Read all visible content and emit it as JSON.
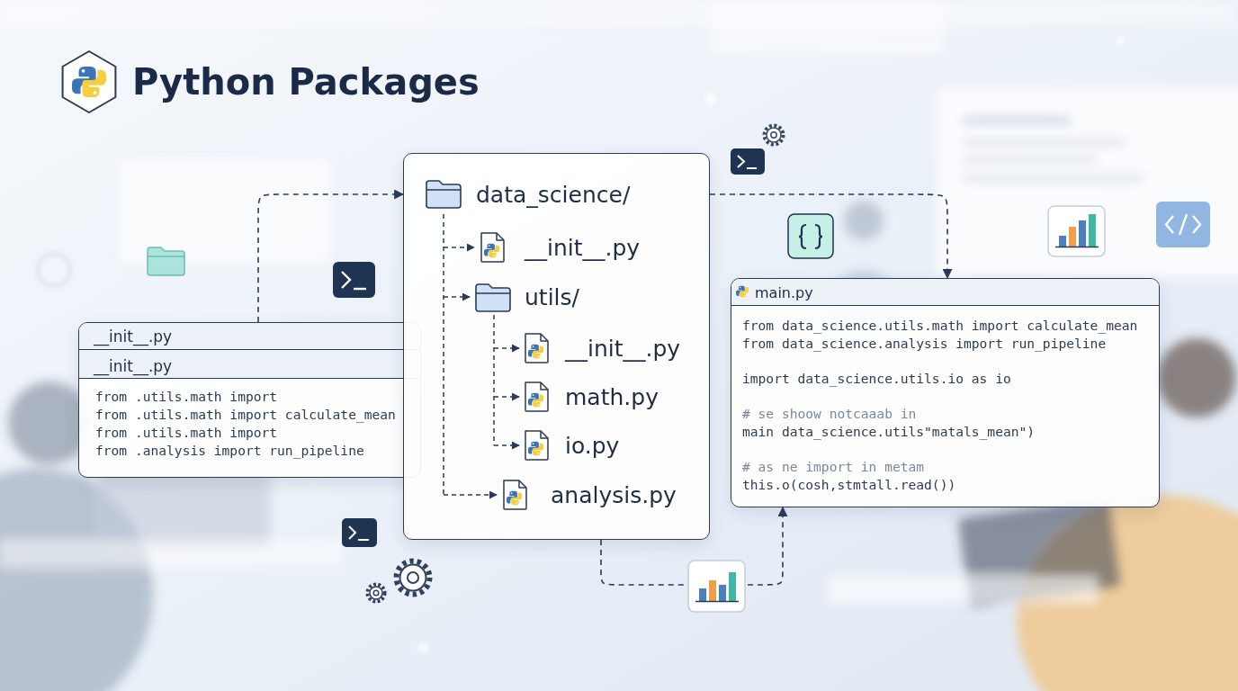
{
  "diagram": {
    "title": "Python Packages",
    "nodes": [
      {
        "text": [
          "__init__.py",
          "__init__.py",
          "from .utils.math import",
          "from .utils.math import calculate_mean",
          "from .utils.math import",
          "from .analysis import run_pipeline"
        ]
      },
      {
        "text": [
          "data_science/",
          "__init__.py",
          "utils/",
          "__init__.py",
          "math.py",
          "io.py",
          "analysis.py"
        ]
      },
      {
        "text": [
          "main.py",
          "from data_science.utils.math import calculate_mean",
          "from data_science.analysis import run_pipeline",
          "import data_science.utils.io as io",
          "# se shoow notcaaab in",
          "main data_science.utils\"matals_mean\")",
          "# as ne import in metam",
          "this.o(cosh,stmtall.read())"
        ]
      }
    ],
    "edges": [
      {
        "from": 0,
        "to": 1,
        "arrow": "to"
      },
      {
        "from": 1,
        "to": 2,
        "arrow": "to"
      },
      {
        "from": 1,
        "to": 2,
        "arrow": "to"
      }
    ]
  }
}
